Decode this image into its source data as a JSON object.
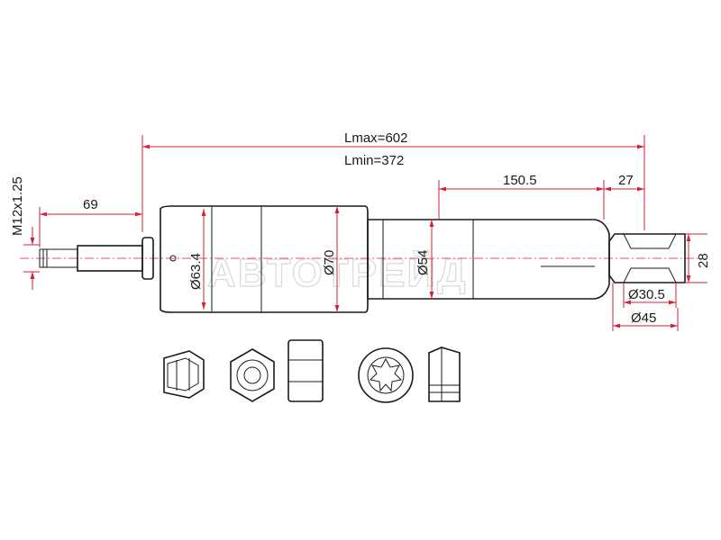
{
  "watermark": "АВТОТРЕЙД",
  "dimensions": {
    "lmax": "Lmax=602",
    "lmin": "Lmin=372",
    "thread": "M12x1.25",
    "rod_length": "69",
    "dia_body_upper": "Ø63.4",
    "dia_body_mid": "Ø70",
    "dia_body_lower": "Ø54",
    "lower_span": "150.5",
    "eye_offset": "27",
    "eye_width": "28",
    "eye_inner": "Ø30.5",
    "eye_outer": "Ø45"
  },
  "hardware_icons": [
    "lock-nut-icon",
    "hex-nut-icon",
    "bushing-icon",
    "washer-icon",
    "sleeve-icon"
  ]
}
